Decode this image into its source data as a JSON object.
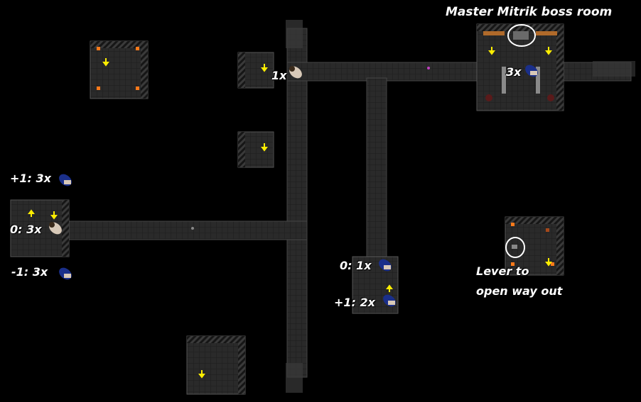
{
  "map": {
    "labels": {
      "boss_room": "Master Mitrik boss room",
      "boss_count": "3x",
      "corridor_count": "1x",
      "west_plus1": "+1: 3x",
      "west_zero": "0: 3x",
      "west_minus1": "-1: 3x",
      "south_zero": "0: 1x",
      "south_plus1": "+1: 2x",
      "lever_line1": "Lever to",
      "lever_line2": "open way out"
    },
    "colors": {
      "background": "#000000",
      "floor": "#2a2a2a",
      "wall": "#3c3c3c",
      "stairs_arrow": "#ffee00",
      "torch": "#ff7a1a",
      "annotation": "#ffffff",
      "creature": "#1a2f8a"
    },
    "icons": [
      "stairs-arrow-icon",
      "torch-icon",
      "creature-icon",
      "lever-icon",
      "highlight-circle-icon"
    ]
  }
}
